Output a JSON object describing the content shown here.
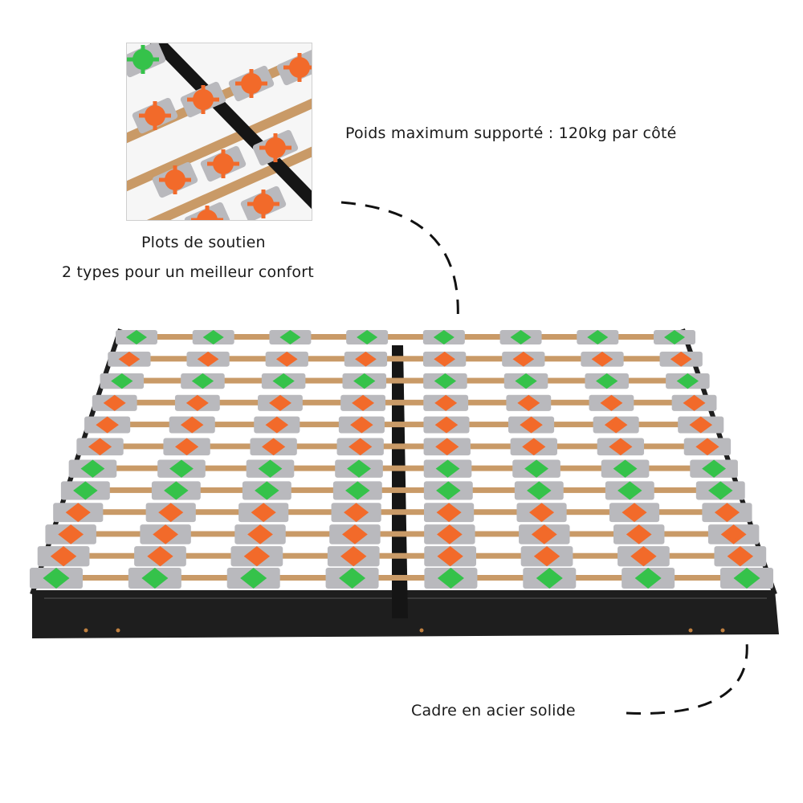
{
  "captions": {
    "weight": "Poids maximum supporté :  120kg par côté",
    "plots_title": "Plots de soutien",
    "plots_sub": "2 types pour un meilleur confort",
    "frame": "Cadre en acier solide"
  },
  "colors": {
    "pad_green": "#35c24a",
    "pad_orange": "#f26a2a",
    "pad_grey": "#b9b9bd",
    "slat_wood": "#c99a67",
    "frame_steel": "#1e1e1e"
  },
  "icons": [
    "zoom-detail-image",
    "dashed-leader-line"
  ]
}
